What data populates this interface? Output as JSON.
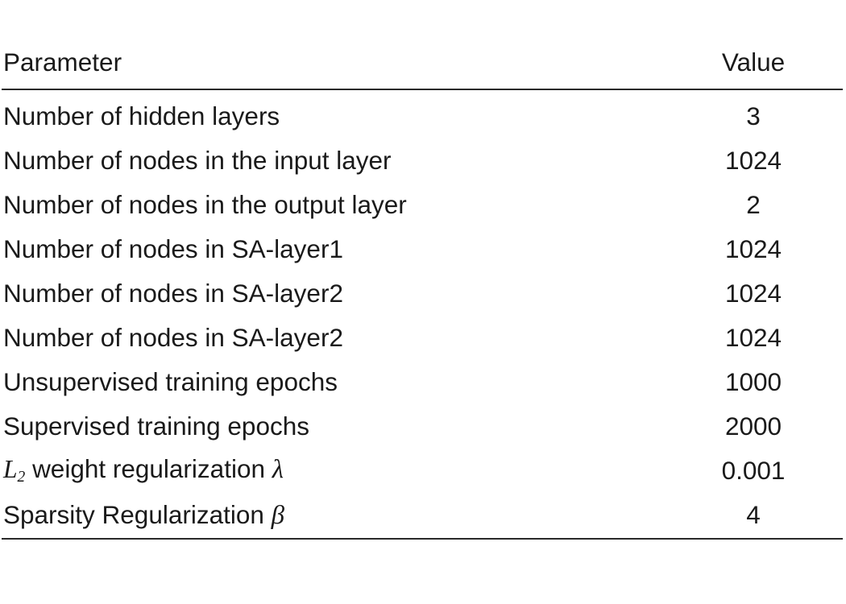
{
  "table": {
    "columns": [
      {
        "key": "parameter",
        "label": "Parameter",
        "align": "left"
      },
      {
        "key": "value",
        "label": "Value",
        "align": "center"
      }
    ],
    "rules": {
      "top": false,
      "header": true,
      "bottom": true,
      "color": "#2a2a2a"
    },
    "rows": [
      {
        "parameter": "Number of hidden layers",
        "value": "3"
      },
      {
        "parameter": "Number of nodes in the input layer",
        "value": "1024"
      },
      {
        "parameter": "Number of nodes in the output layer",
        "value": "2"
      },
      {
        "parameter": "Number of nodes in SA-layer1",
        "value": "1024"
      },
      {
        "parameter": "Number of nodes in SA-layer2",
        "value": "1024"
      },
      {
        "parameter": "Number of nodes in SA-layer2",
        "value": "1024"
      },
      {
        "parameter": "Unsupervised training epochs",
        "value": "1000"
      },
      {
        "parameter": "Supervised training epochs",
        "value": "2000"
      },
      {
        "parameter": "L2 weight regularization λ",
        "value": "0.001",
        "math": {
          "var": "L",
          "sub": "2",
          "mid": "weight regularization",
          "symbol": "λ"
        }
      },
      {
        "parameter": "Sparsity Regularization β",
        "value": "4",
        "math": {
          "mid": "Sparsity Regularization",
          "symbol": "β"
        }
      }
    ]
  },
  "text_color": "#1a1a1a",
  "background_color": "#ffffff"
}
